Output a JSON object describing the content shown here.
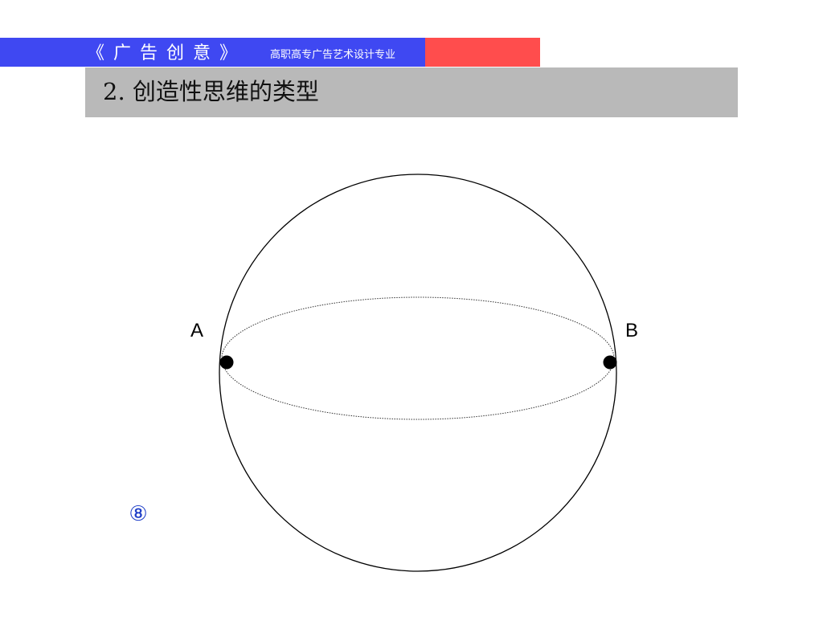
{
  "header": {
    "course_title": "《广告创意》",
    "course_subtitle": "高职高专广告艺术设计专业"
  },
  "section": {
    "title": "2. 创造性思维的类型"
  },
  "diagram": {
    "point_a_label": "A",
    "point_b_label": "B",
    "sequence_label": "⑧"
  },
  "colors": {
    "header_blue": "#3f48f2",
    "header_red": "#ff4d4d",
    "section_gray": "#b9b9b9",
    "number_blue": "#1f3fc8"
  }
}
